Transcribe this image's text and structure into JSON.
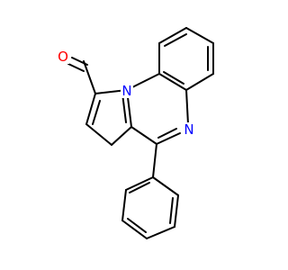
{
  "molecule": {
    "atoms": [
      {
        "id": "O",
        "label": "O",
        "color": "#ff0000"
      },
      {
        "id": "N1",
        "label": "N",
        "color": "#0000ff"
      },
      {
        "id": "N2",
        "label": "N",
        "color": "#0000ff"
      }
    ],
    "bond_color": "#000000"
  }
}
